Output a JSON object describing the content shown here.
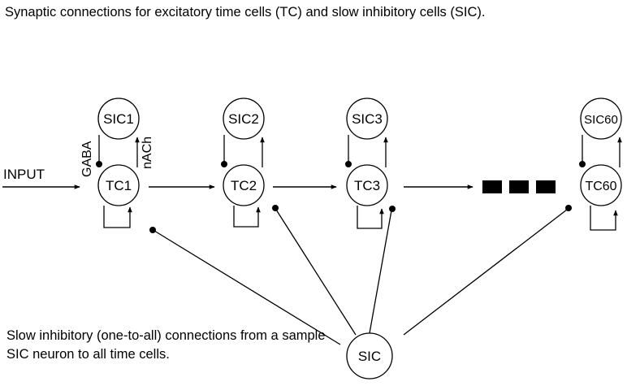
{
  "diagram": {
    "title": "Synaptic connections for excitatory time cells (TC) and slow inhibitory cells (SIC).",
    "input_label": "INPUT",
    "gaba_label": "GABA",
    "nach_label": "nACh",
    "note": "Slow inhibitory (one-to-all) connections from a sample SIC neuron to all time cells.",
    "nodes": {
      "sic1": "SIC1",
      "sic2": "SIC2",
      "sic3": "SIC3",
      "sic60": "SIC60",
      "tc1": "TC1",
      "tc2": "TC2",
      "tc3": "TC3",
      "tc60": "TC60",
      "sic": "SIC"
    },
    "ellipsis_blocks": 3
  }
}
